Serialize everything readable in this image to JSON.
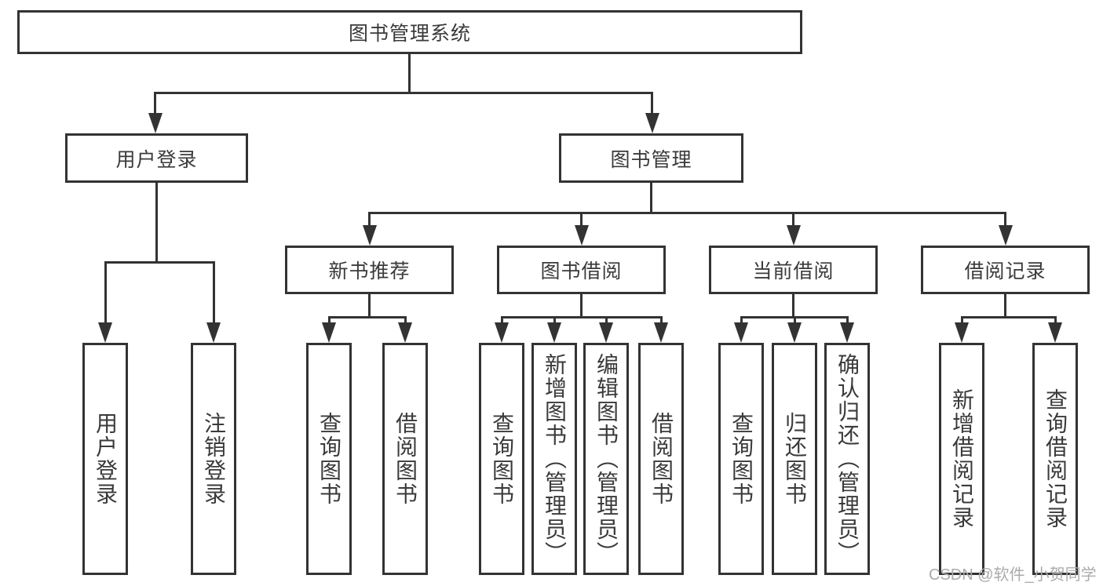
{
  "diagram": {
    "root": {
      "label": "图书管理系统"
    },
    "level2": [
      {
        "label": "用户登录"
      },
      {
        "label": "图书管理"
      }
    ],
    "level3": [
      {
        "label": "新书推荐"
      },
      {
        "label": "图书借阅"
      },
      {
        "label": "当前借阅"
      },
      {
        "label": "借阅记录"
      }
    ],
    "leaves": [
      {
        "label": "用户登录"
      },
      {
        "label": "注销登录"
      },
      {
        "label": "查询图书"
      },
      {
        "label": "借阅图书"
      },
      {
        "label": "查询图书"
      },
      {
        "label": "新增图书（管理员）"
      },
      {
        "label": "编辑图书（管理员）"
      },
      {
        "label": "借阅图书"
      },
      {
        "label": "查询图书"
      },
      {
        "label": "归还图书"
      },
      {
        "label": "确认归还（管理员）"
      },
      {
        "label": "新增借阅记录"
      },
      {
        "label": "查询借阅记录"
      }
    ]
  },
  "watermark": {
    "text": "CSDN @软件_小贺同学"
  },
  "colors": {
    "line": "#333333",
    "text": "#3a3a3a",
    "watermark": "#ababab",
    "background": "#ffffff"
  }
}
